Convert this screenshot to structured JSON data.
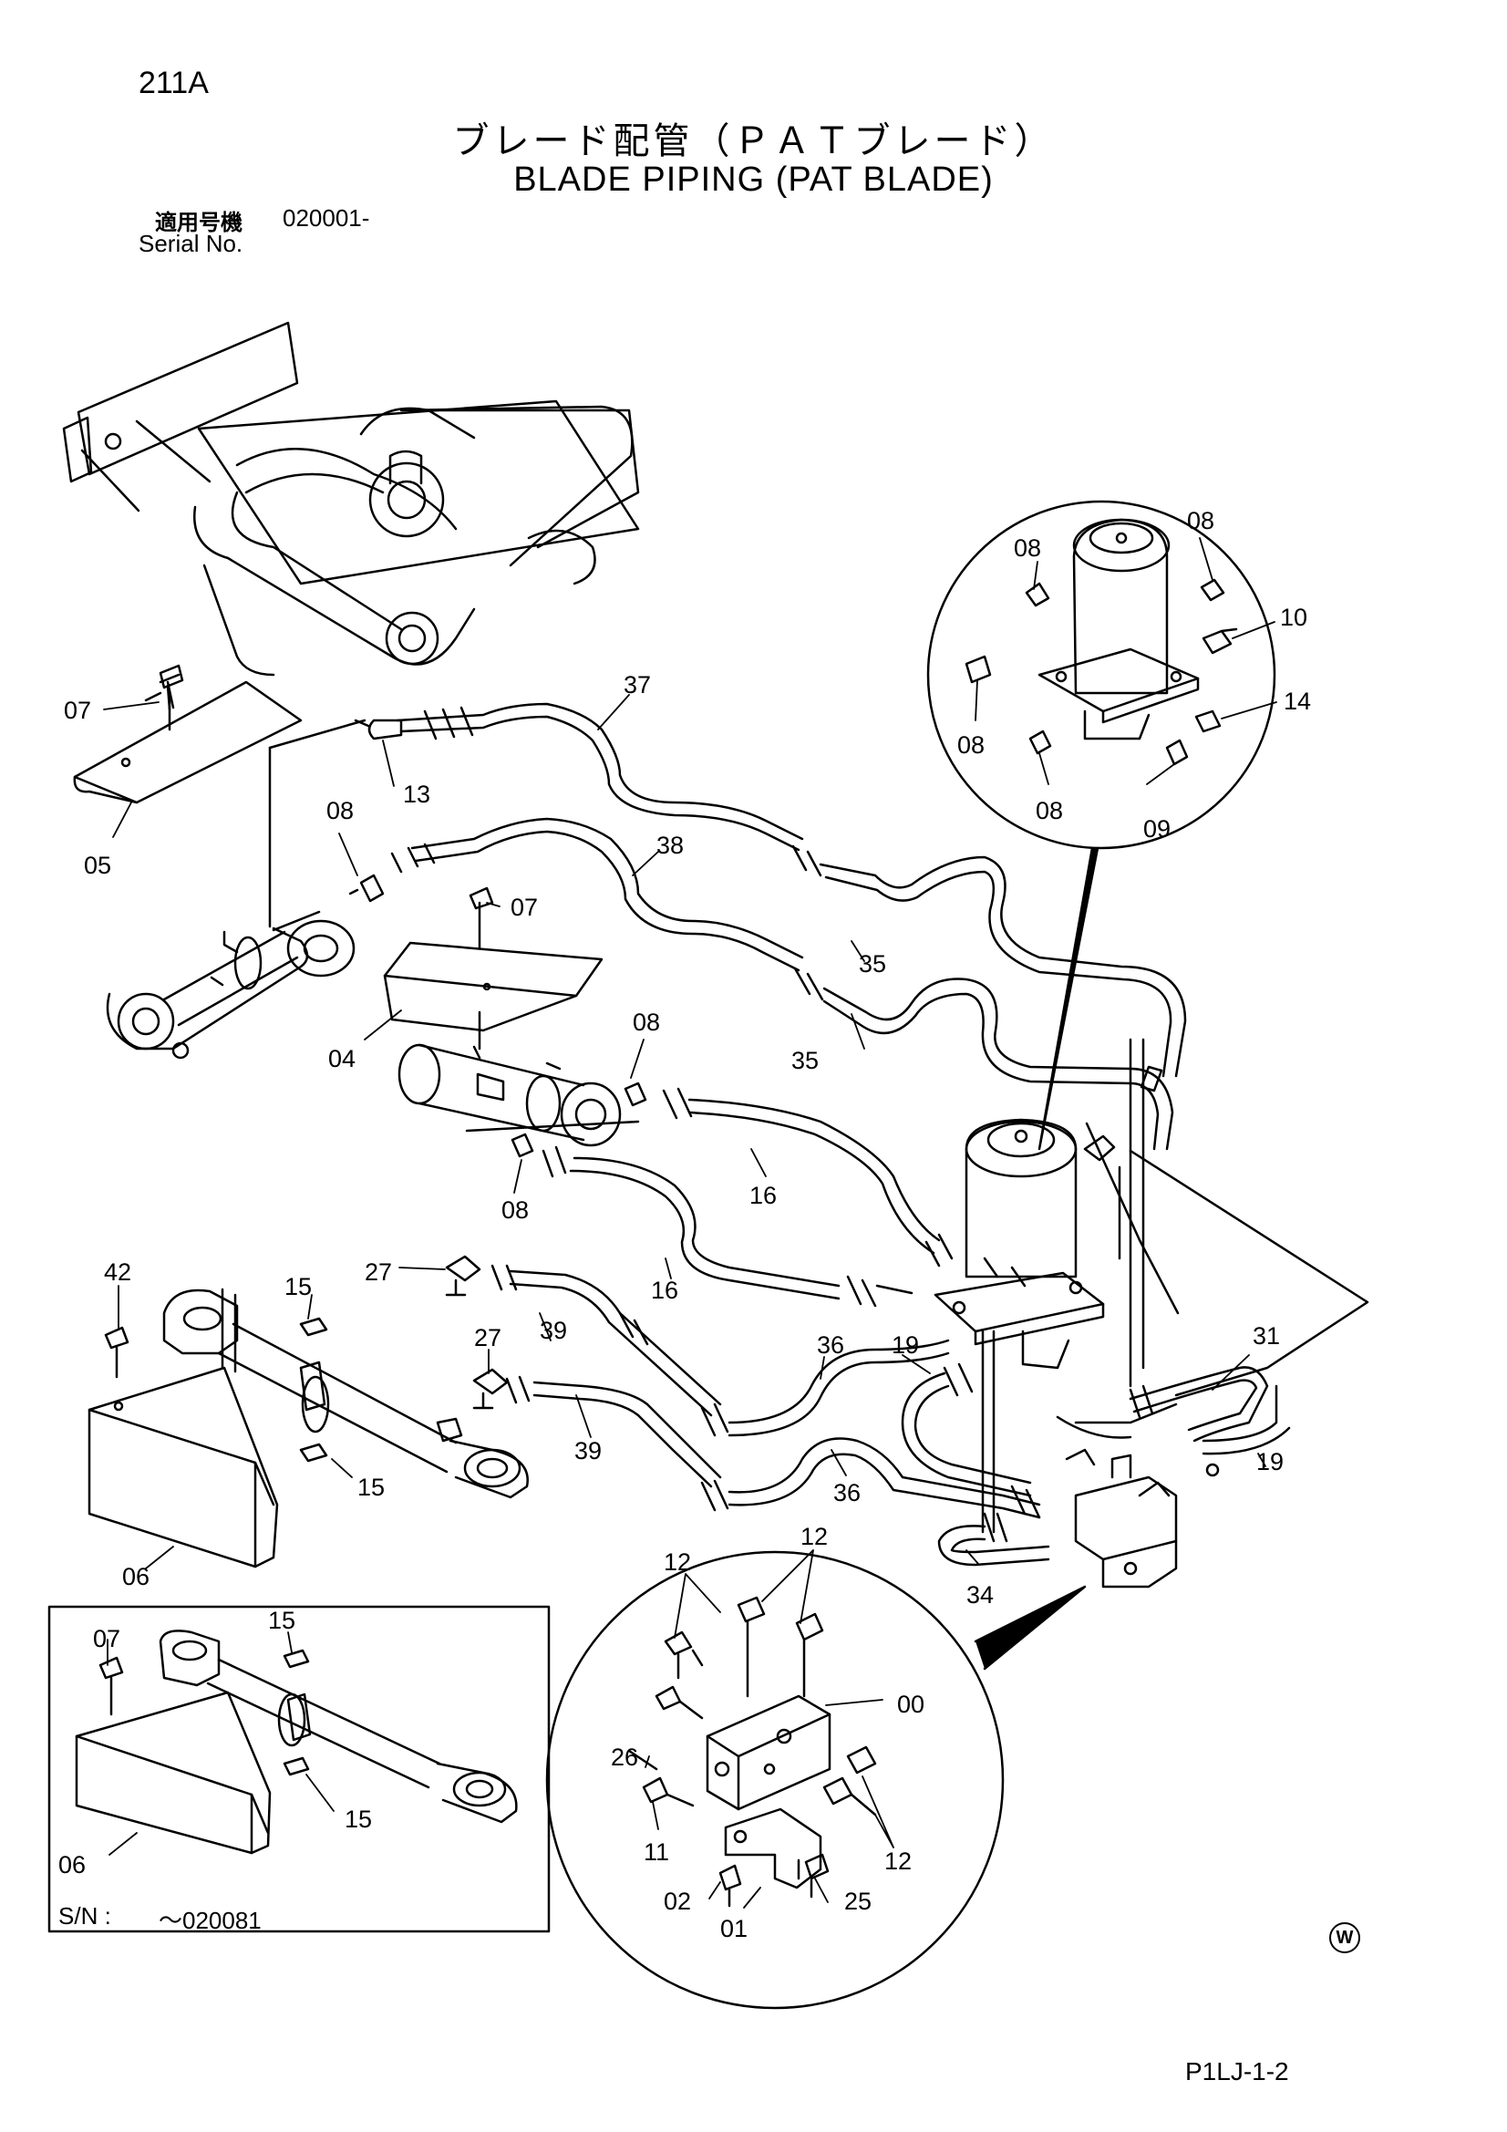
{
  "header": {
    "page_no": "211A",
    "title_jp": "ブレード配管（ＰＡＴブレード）",
    "title_en": "BLADE PIPING (PAT BLADE)",
    "serial_label_jp": "適用号機",
    "serial_value": "020001-",
    "serial_label_en": "Serial No."
  },
  "inset": {
    "sn_label": "S/N :",
    "sn_value": "～020081"
  },
  "footer": {
    "mark": "W",
    "code": "P1LJ-1-2"
  },
  "callouts": [
    "07",
    "05",
    "13",
    "37",
    "08",
    "38",
    "07",
    "04",
    "08",
    "35",
    "35",
    "08",
    "16",
    "16",
    "42",
    "15",
    "27",
    "39",
    "27",
    "39",
    "36",
    "36",
    "19",
    "15",
    "06",
    "31",
    "19",
    "34",
    "08",
    "08",
    "10",
    "14",
    "08",
    "08",
    "09",
    "07",
    "15",
    "06",
    "15",
    "12",
    "12",
    "00",
    "26",
    "11",
    "02",
    "01",
    "25",
    "12"
  ]
}
